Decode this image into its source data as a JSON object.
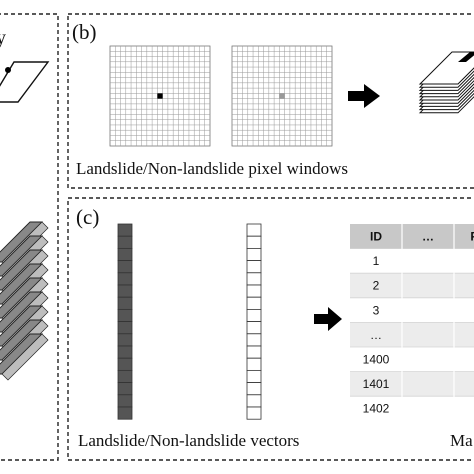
{
  "panel_a": {
    "partial_label": "y"
  },
  "panel_b": {
    "label": "(b)",
    "caption": "Landslide/Non-landslide pixel windows"
  },
  "panel_c": {
    "label": "(c)",
    "caption": "Landslide/Non-landslide vectors",
    "partial_caption": "Ma",
    "table": {
      "headers": [
        "ID",
        "…",
        "F"
      ],
      "rows": [
        "1",
        "2",
        "3",
        "…",
        "1400",
        "1401",
        "1402"
      ]
    }
  },
  "colors": {
    "landslide_cell": "#555555",
    "non_landslide_cell": "#ffffff",
    "center_pixel_landslide": "#000000",
    "center_pixel_non_landslide": "#999999",
    "table_header_bg": "#c8c8c8",
    "table_row_alt_bg": "#ececec",
    "stack_layer_fill": "#888888",
    "arrow": "#000000"
  },
  "icons": [
    "right-arrow-icon",
    "layer-stack-icon",
    "pixel-grid-icon"
  ]
}
